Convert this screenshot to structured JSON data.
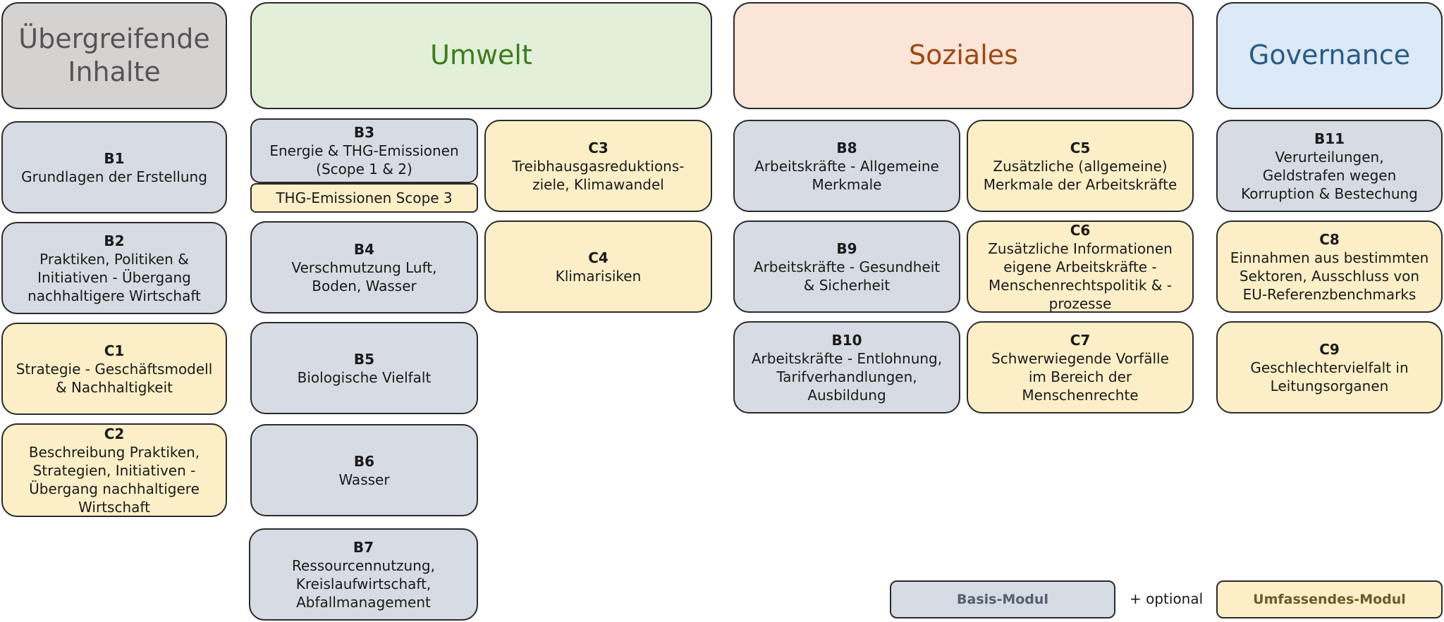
{
  "headers": {
    "uebergreifend": "Übergreifende\nInhalte",
    "umwelt": "Umwelt",
    "soziales": "Soziales",
    "governance": "Governance"
  },
  "colors": {
    "basis_fill": "#d6dbe4",
    "umfassend_fill": "#fcefc7",
    "uebergreifend_header_fill": "#d5d2d2",
    "uebergreifend_header_text": "#555555",
    "umwelt_header_fill": "#e2f0d9",
    "umwelt_header_text": "#3f7a1e",
    "soziales_header_fill": "#fbe4d8",
    "soziales_header_text": "#9b4a12",
    "governance_header_fill": "#dce9f6",
    "governance_header_text": "#2a5a86",
    "border": "#2b2b2b"
  },
  "modules": {
    "B1": {
      "code": "B1",
      "text": "Grundlagen der Erstellung",
      "type": "basis"
    },
    "B2": {
      "code": "B2",
      "text": "Praktiken, Politiken &\nInitiativen - Übergang\nnachhaltigere Wirtschaft",
      "type": "basis"
    },
    "C1": {
      "code": "C1",
      "text": "Strategie - Geschäftsmodell\n& Nachhaltigkeit",
      "type": "umfassend"
    },
    "C2": {
      "code": "C2",
      "text": "Beschreibung Praktiken,\nStrategien, Initiativen -\nÜbergang nachhaltigere\nWirtschaft",
      "type": "umfassend"
    },
    "B3": {
      "code": "B3",
      "text": "Energie & THG-Emissionen\n(Scope 1 & 2)",
      "type": "basis"
    },
    "B3_scope3": {
      "text": "THG-Emissionen Scope 3",
      "type": "umfassend"
    },
    "B4": {
      "code": "B4",
      "text": "Verschmutzung Luft,\nBoden, Wasser",
      "type": "basis"
    },
    "B5": {
      "code": "B5",
      "text": "Biologische Vielfalt",
      "type": "basis"
    },
    "B6": {
      "code": "B6",
      "text": "Wasser",
      "type": "basis"
    },
    "B7": {
      "code": "B7",
      "text": "Ressourcennutzung,\nKreislaufwirtschaft,\nAbfallmanagement",
      "type": "basis"
    },
    "C3": {
      "code": "C3",
      "text": "Treibhausgasreduktions-\nziele, Klimawandel",
      "type": "umfassend"
    },
    "C4": {
      "code": "C4",
      "text": "Klimarisiken",
      "type": "umfassend"
    },
    "B8": {
      "code": "B8",
      "text": "Arbeitskräfte - Allgemeine\nMerkmale",
      "type": "basis"
    },
    "B9": {
      "code": "B9",
      "text": "Arbeitskräfte - Gesundheit\n& Sicherheit",
      "type": "basis"
    },
    "B10": {
      "code": "B10",
      "text": "Arbeitskräfte - Entlohnung,\nTarifverhandlungen,\nAusbildung",
      "type": "basis"
    },
    "C5": {
      "code": "C5",
      "text": "Zusätzliche (allgemeine)\nMerkmale der Arbeitskräfte",
      "type": "umfassend"
    },
    "C6": {
      "code": "C6",
      "text": "Zusätzliche Informationen\neigene Arbeitskräfte -\nMenschenrechtspolitik & -\nprozesse",
      "type": "umfassend"
    },
    "C7": {
      "code": "C7",
      "text": "Schwerwiegende Vorfälle\nim Bereich der\nMenschenrechte",
      "type": "umfassend"
    },
    "B11": {
      "code": "B11",
      "text": "Verurteilungen,\nGeldstrafen wegen\nKorruption & Bestechung",
      "type": "basis"
    },
    "C8": {
      "code": "C8",
      "text": "Einnahmen aus bestimmten\nSektoren, Ausschluss von\nEU-Referenzbenchmarks",
      "type": "umfassend"
    },
    "C9": {
      "code": "C9",
      "text": "Geschlechtervielfalt in\nLeitungsorganen",
      "type": "umfassend"
    }
  },
  "legend": {
    "basis_label": "Basis-Modul",
    "plus_label": "+ optional",
    "umfassend_label": "Umfassendes-Modul"
  }
}
